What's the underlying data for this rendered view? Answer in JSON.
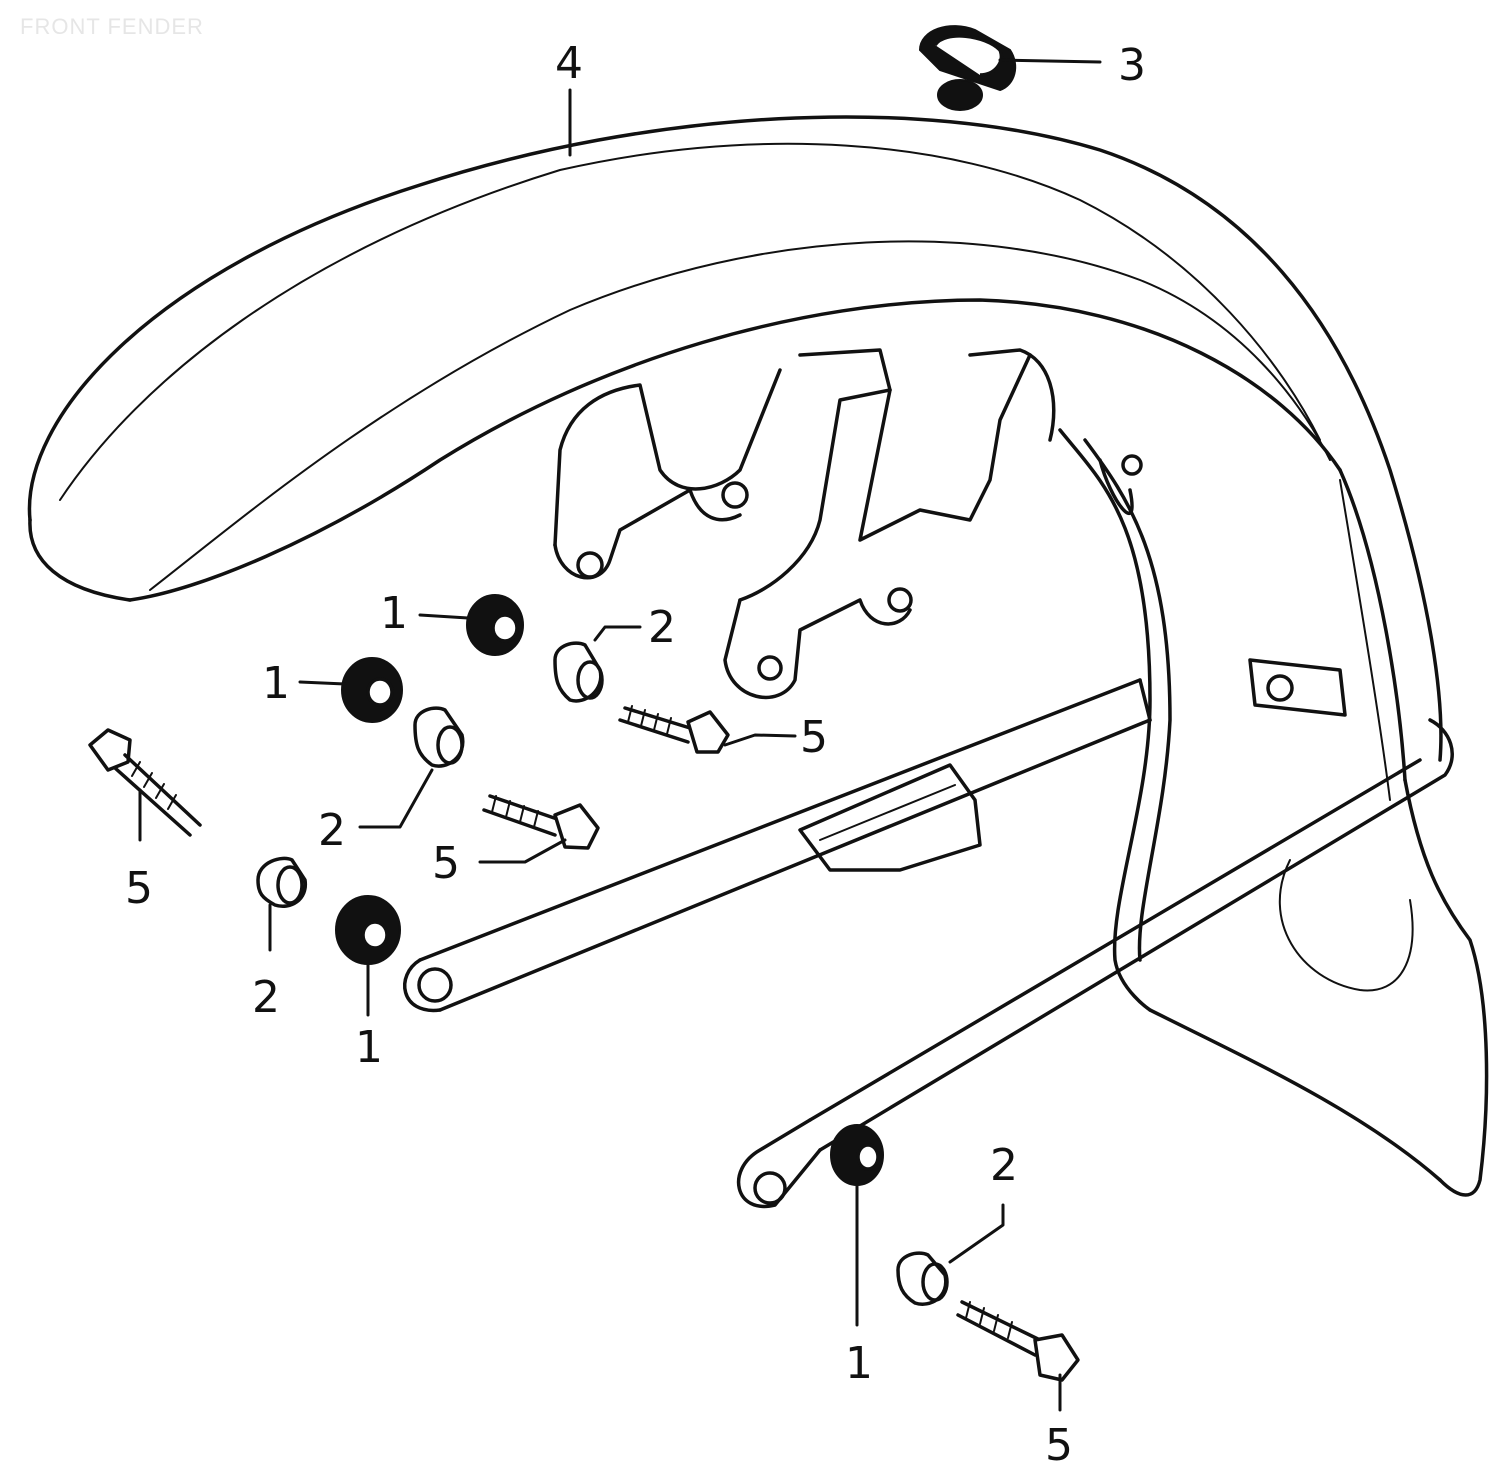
{
  "watermark": "FRONT FENDER",
  "callouts": [
    {
      "id": "c4",
      "label": "4"
    },
    {
      "id": "c3",
      "label": "3"
    },
    {
      "id": "c1a",
      "label": "1"
    },
    {
      "id": "c2a",
      "label": "2"
    },
    {
      "id": "c1b",
      "label": "1"
    },
    {
      "id": "c5a",
      "label": "5"
    },
    {
      "id": "c2b",
      "label": "2"
    },
    {
      "id": "c5b",
      "label": "5"
    },
    {
      "id": "c5c",
      "label": "5"
    },
    {
      "id": "c2c",
      "label": "2"
    },
    {
      "id": "c1c",
      "label": "1"
    },
    {
      "id": "c2d",
      "label": "2"
    },
    {
      "id": "c1d",
      "label": "1"
    },
    {
      "id": "c5d",
      "label": "5"
    }
  ]
}
